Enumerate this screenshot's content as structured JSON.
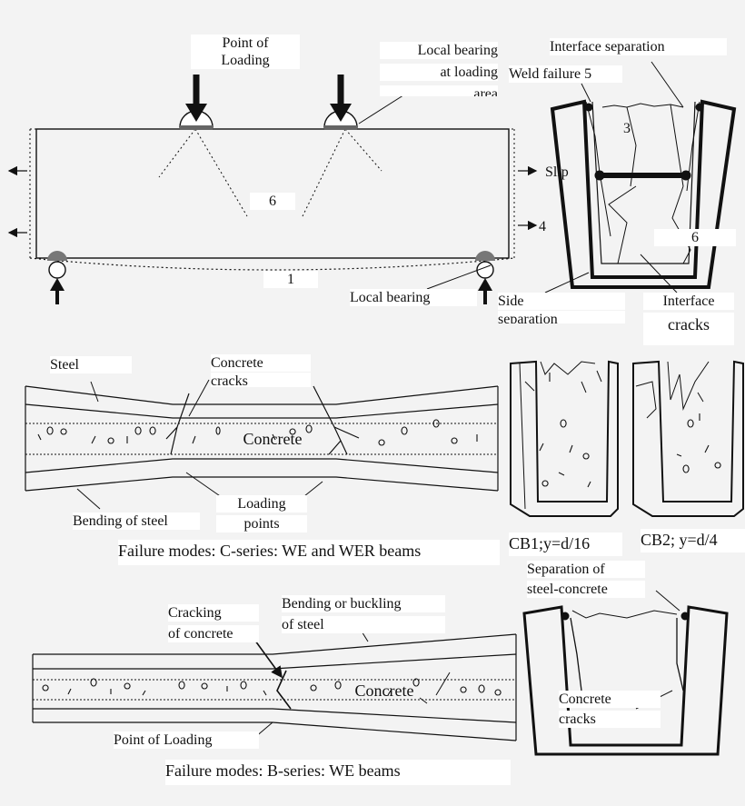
{
  "top": {
    "point_of_loading_1": "Point of",
    "point_of_loading_2": "Loading",
    "local_bearing_load_1": "Local bearing",
    "local_bearing_load_2": "at loading",
    "local_bearing_load_3": "area",
    "interface_separation": "Interface separation",
    "weld_failure": "Weld failure 5",
    "num_3": "3",
    "slip": "Slip",
    "num_6_beam": "6",
    "num_4": "4",
    "num_6_section": "6",
    "num_1": "1",
    "local_bearing_support": "Local bearing",
    "side_separation_1": "Side",
    "side_separation_2": "separation",
    "interface_cracks_1": "Interface",
    "interface_cracks_2": "cracks"
  },
  "middle": {
    "steel": "Steel",
    "concrete_cracks_1": "Concrete",
    "concrete_cracks_2": "cracks",
    "concrete": "Concrete",
    "bending_of_steel": "Bending of steel",
    "loading_points_1": "Loading",
    "loading_points_2": "points",
    "caption": "Failure modes: C-series: WE and WER beams",
    "cb1": "CB1;y=d/16",
    "cb2": "CB2; y=d/4"
  },
  "bottom": {
    "separation_1": "Separation of",
    "separation_2": "steel-concrete",
    "cracking_1": "Cracking",
    "cracking_2": "of concrete",
    "bending_1": "Bending or buckling",
    "bending_2": "of steel",
    "concrete": "Concrete",
    "concrete_cracks_1": "Concrete",
    "concrete_cracks_2": "cracks",
    "point_of_loading": "Point of Loading",
    "caption": "Failure modes: B-series: WE beams"
  }
}
